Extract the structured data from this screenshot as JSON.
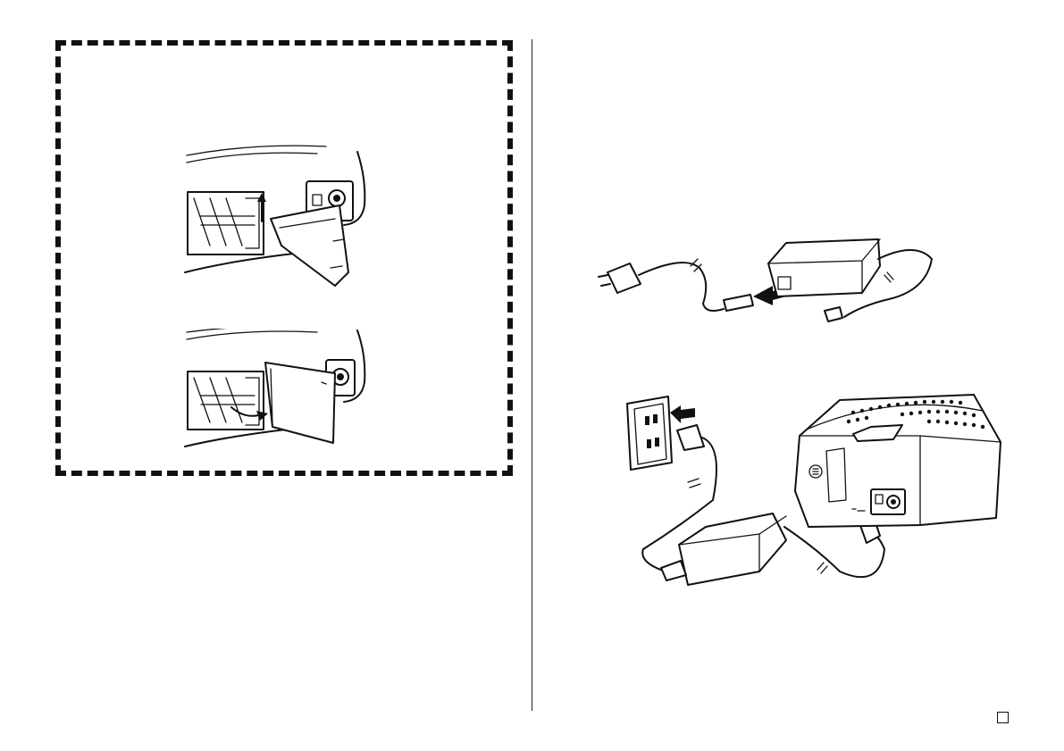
{
  "page": {
    "left_panel": {
      "name": "battery-cover-instructions-panel",
      "illustrations": [
        "remove-battery-cover-illustration",
        "attach-battery-cover-illustration"
      ]
    },
    "right_panel": {
      "name": "ac-adaptor-connection-panel",
      "illustrations": [
        "power-cord-to-adaptor-illustration",
        "adaptor-to-outlet-and-printer-illustration"
      ]
    },
    "page_marker": "",
    "colors": {
      "ink": "#111111",
      "paper": "#ffffff"
    }
  }
}
